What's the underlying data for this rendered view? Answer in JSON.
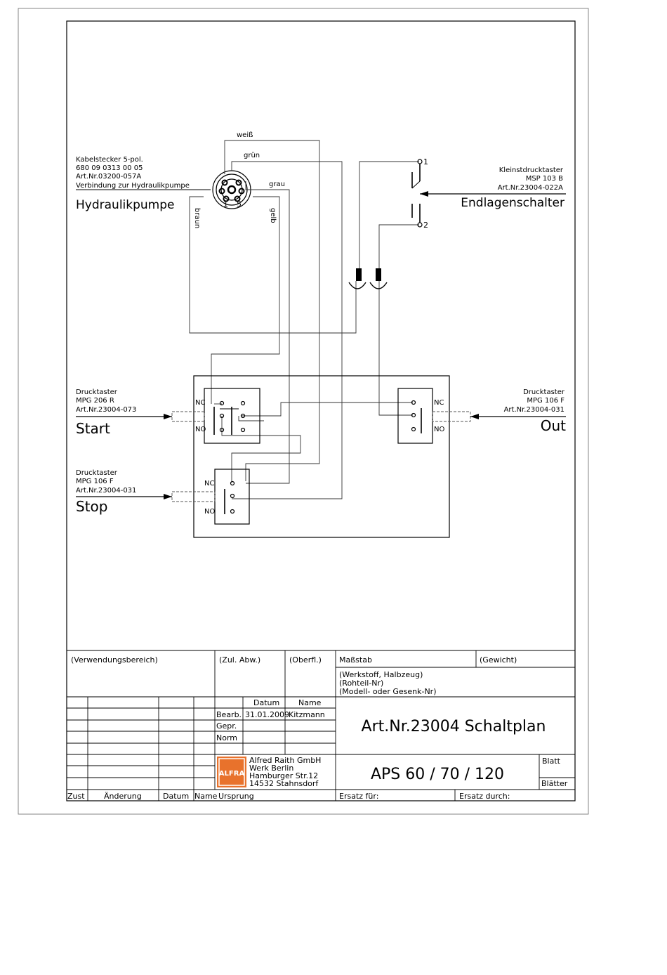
{
  "pump": {
    "cable_plug": "Kabelstecker 5-pol.",
    "part_no": "680 09 0313 00 05",
    "art_nr": "Art.Nr.03200-057A",
    "connection": "Verbindung zur Hydraulikpumpe",
    "name": "Hydraulikpumpe",
    "pin1": "1",
    "pin5": "5"
  },
  "wires": {
    "white": "weiß",
    "green": "grün",
    "grey": "grau",
    "brown": "braun",
    "yellow": "gelb"
  },
  "limit_switch": {
    "type": "Kleinstdrucktaster",
    "model": "MSP 103  B",
    "art_nr": "Art.Nr.23004-022A",
    "name": "Endlagenschalter",
    "pin1": "1",
    "pin2": "2"
  },
  "start_button": {
    "type": "Drucktaster",
    "model": "MPG 206  R",
    "art_nr": "Art.Nr.23004-073",
    "name": "Start",
    "nc": "NC",
    "no": "NO"
  },
  "stop_button": {
    "type": "Drucktaster",
    "model": "MPG 106  F",
    "art_nr": "Art.Nr.23004-031",
    "name": "Stop",
    "nc": "NC",
    "no": "NO"
  },
  "out_button": {
    "type": "Drucktaster",
    "model": "MPG 106  F",
    "art_nr": "Art.Nr.23004-031",
    "name": "Out",
    "nc": "NC",
    "no": "NO"
  },
  "title_block": {
    "usage": "(Verwendungsbereich)",
    "tolerance": "(Zul. Abw.)",
    "surface": "(Oberfl.)",
    "scale": "Maßstab",
    "weight": "(Gewicht)",
    "material": "(Werkstoff, Halbzeug)",
    "raw_part": "(Rohteil-Nr)",
    "model_no": "(Modell- oder Gesenk-Nr)",
    "date_header": "Datum",
    "name_header": "Name",
    "edited": "Bearb.",
    "edited_date": "31.01.2009",
    "edited_name": "Kitzmann",
    "checked": "Gepr.",
    "norm": "Norm",
    "drawing_title": "Art.Nr.23004 Schaltplan",
    "drawing_no": "APS 60 / 70 / 120",
    "sheet": "Blatt",
    "sheets": "Blätter",
    "company_logo": "ALFRA",
    "company_name": "Alfred Raith GmbH",
    "company_site": "Werk Berlin",
    "company_street": "Hamburger  Str.12",
    "company_city": "14532  Stahnsdorf",
    "rev_state": "Zust",
    "change": "Änderung",
    "date": "Datum",
    "name": "Name",
    "origin": "Ursprung",
    "replacement_for": "Ersatz für:",
    "replaced_by": "Ersatz durch:"
  },
  "colors": {
    "logo_bg": "#e8722c",
    "line": "#000000"
  }
}
